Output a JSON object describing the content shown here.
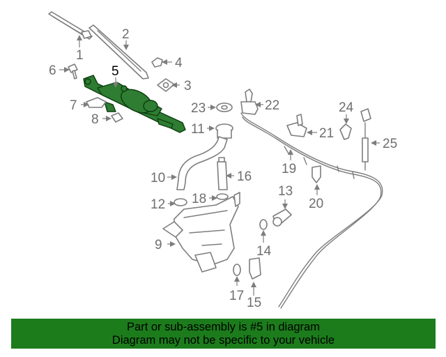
{
  "labels": {
    "p1": "1",
    "p2": "2",
    "p3": "3",
    "p4": "4",
    "p5": "5",
    "p6": "6",
    "p7": "7",
    "p8": "8",
    "p9": "9",
    "p10": "10",
    "p11": "11",
    "p12": "12",
    "p13": "13",
    "p14": "14",
    "p15": "15",
    "p16": "16",
    "p17": "17",
    "p18": "18",
    "p19": "19",
    "p20": "20",
    "p21": "21",
    "p22": "22",
    "p23": "23",
    "p24": "24",
    "p25": "25"
  },
  "highlighted_part": "5",
  "colors": {
    "highlight": "#2e7d32",
    "banner": "#1c7c1c",
    "line_art": "#7d7d7d"
  },
  "banner": {
    "line1": "Part or sub-assembly is #5 in diagram",
    "line2": "Diagram may not be specific to your vehicle"
  }
}
